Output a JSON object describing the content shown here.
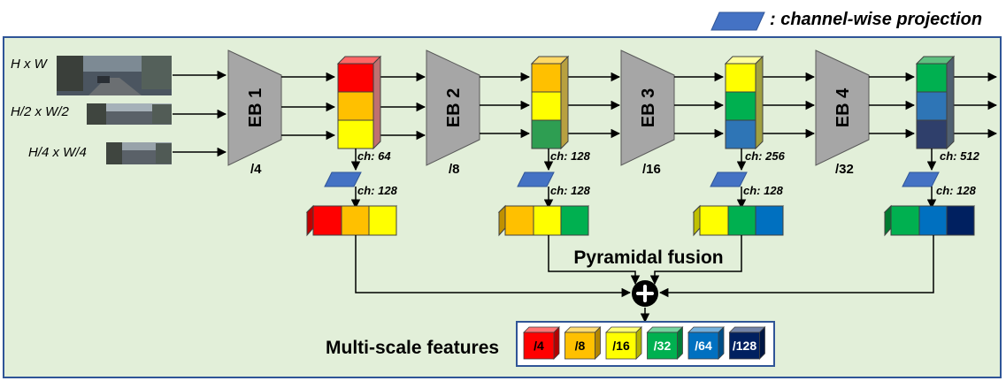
{
  "legend": {
    "projection_label": ": channel-wise projection"
  },
  "inputs": [
    {
      "label": "H x W"
    },
    {
      "label": "H/2 x W/2"
    },
    {
      "label": "H/4 x W/4"
    }
  ],
  "encoder_blocks": [
    {
      "name": "EB 1",
      "scale": "/4"
    },
    {
      "name": "EB 2",
      "scale": "/8"
    },
    {
      "name": "EB 3",
      "scale": "/16"
    },
    {
      "name": "EB 4",
      "scale": "/32"
    }
  ],
  "channels": [
    {
      "in": "ch: 64",
      "out": "ch: 128"
    },
    {
      "in": "ch: 128",
      "out": "ch: 128"
    },
    {
      "in": "ch: 256",
      "out": "ch: 128"
    },
    {
      "in": "ch: 512",
      "out": "ch: 128"
    }
  ],
  "fusion_label": "Pyramidal fusion",
  "output": {
    "title": "Multi-scale features",
    "items": [
      {
        "label": "/4",
        "color": "#ff0000"
      },
      {
        "label": "/8",
        "color": "#ffc000"
      },
      {
        "label": "/16",
        "color": "#ffff00"
      },
      {
        "label": "/32",
        "color": "#00b050"
      },
      {
        "label": "/64",
        "color": "#0070c0"
      },
      {
        "label": "/128",
        "color": "#002060"
      }
    ]
  },
  "colors": {
    "panel_bg": "#e2efd9",
    "panel_border": "#2f5597",
    "encoder_fill": "#a6a6a6",
    "projection_fill": "#4472c4",
    "red": "#ff0000",
    "orange": "#ffc000",
    "yellow": "#ffff00",
    "green": "#00b050",
    "blue": "#0070c0",
    "navy": "#002060",
    "stack_green_dark": "#2e9e52",
    "stack_blue_light": "#2e75b6",
    "stack_navy_light": "#2f3f6b"
  }
}
